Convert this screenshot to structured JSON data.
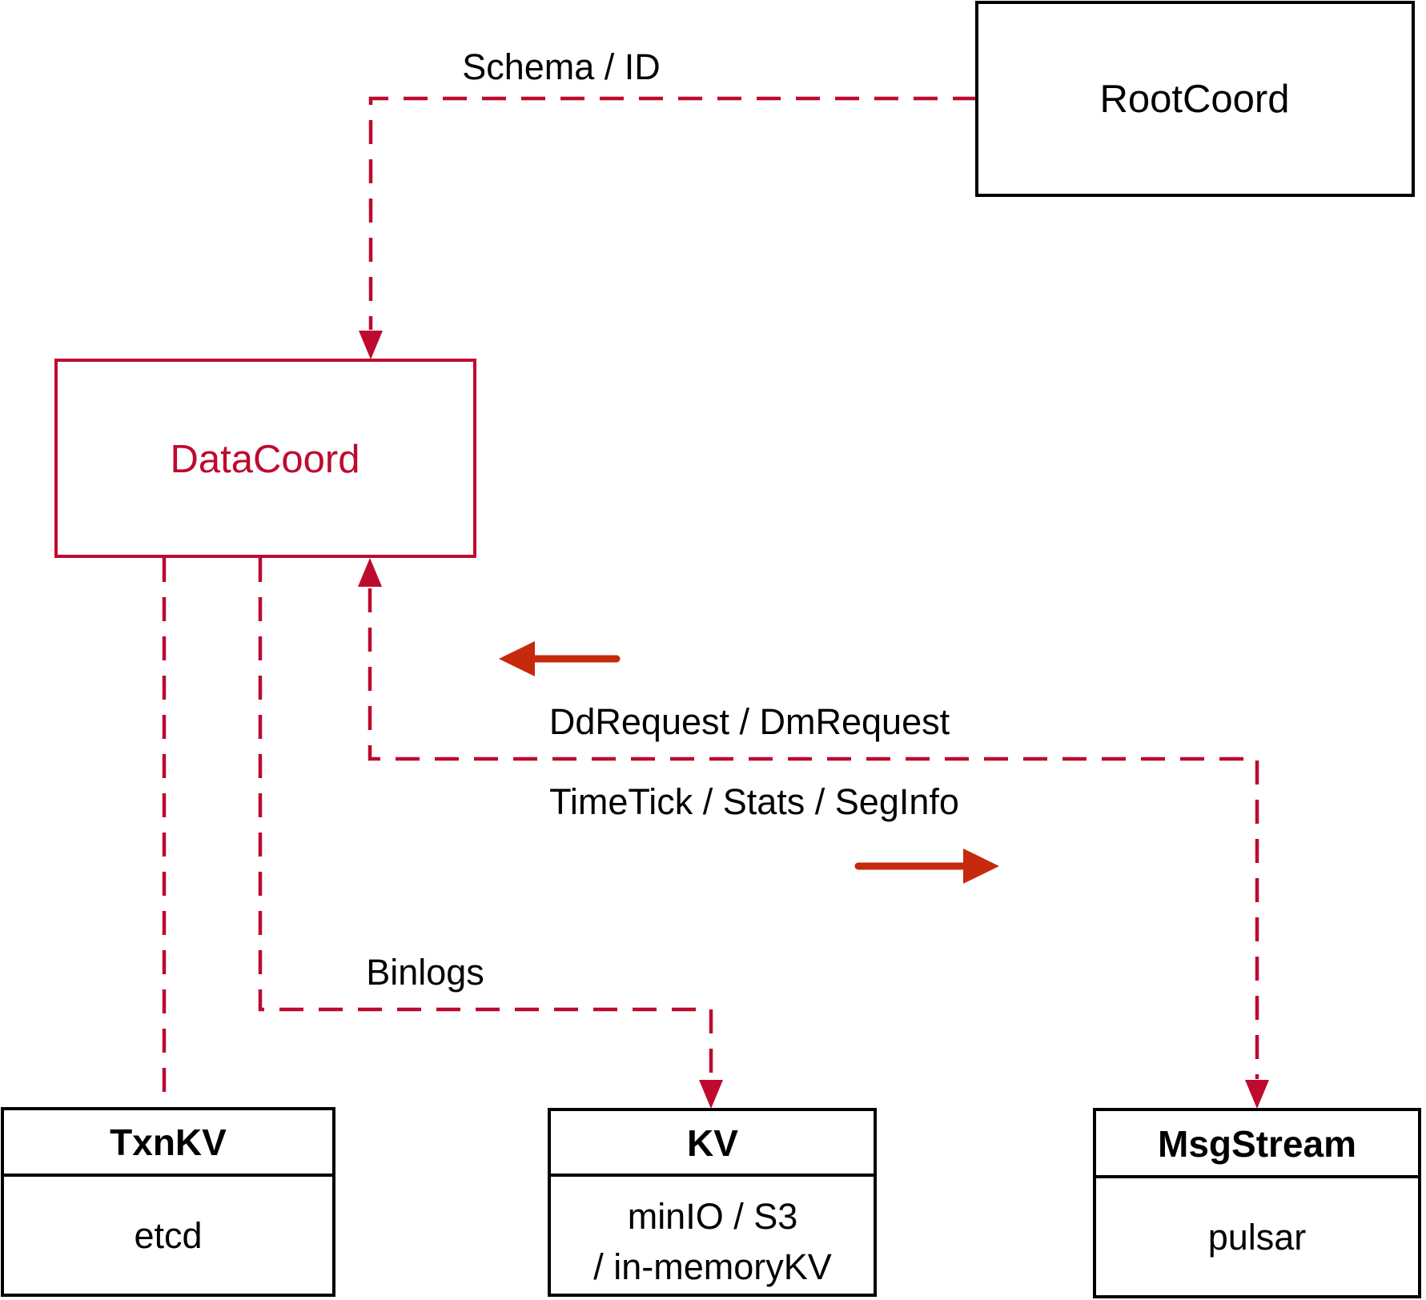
{
  "colors": {
    "crimson": "#BE0A2E",
    "vermilion": "#C52A0D",
    "black": "#000000",
    "background": "#FFFFFF"
  },
  "nodes": {
    "rootcoord": {
      "label": "RootCoord"
    },
    "datacoord": {
      "label": "DataCoord"
    },
    "txnkv": {
      "title": "TxnKV",
      "body": "etcd"
    },
    "kv": {
      "title": "KV",
      "body_line1": "minIO / S3",
      "body_line2": "/ in-memoryKV"
    },
    "msgstream": {
      "title": "MsgStream",
      "body": "pulsar"
    }
  },
  "edges": {
    "schema_id": {
      "label": "Schema / ID",
      "from": "RootCoord",
      "to": "DataCoord",
      "style": "dashed-arrow"
    },
    "datacoord_txnkv": {
      "label": "",
      "from": "DataCoord",
      "to": "TxnKV",
      "style": "dashed"
    },
    "binlogs": {
      "label": "Binlogs",
      "from": "DataCoord",
      "to": "KV",
      "style": "dashed-arrow"
    },
    "dd_dm_request": {
      "label": "DdRequest / DmRequest",
      "direction": "left"
    },
    "timetick_stats_seginfo": {
      "label": "TimeTick / Stats / SegInfo",
      "direction": "right"
    },
    "msgstream_link": {
      "label": "",
      "from": "MsgStream-line",
      "to": "DataCoord and MsgStream",
      "style": "dashed-double-arrow"
    }
  }
}
